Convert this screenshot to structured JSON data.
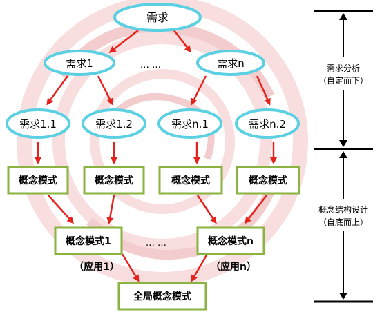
{
  "diagram": {
    "requirements": {
      "root": "需求",
      "level1": [
        "需求1",
        "需求n"
      ],
      "level2": [
        "需求1.1",
        "需求1.2",
        "需求n.1",
        "需求n.2"
      ],
      "ellipsis_mid": "… …"
    },
    "models": {
      "concept": [
        "概念模式",
        "概念模式",
        "概念模式",
        "概念模式"
      ],
      "merged": [
        "概念模式1",
        "概念模式n"
      ],
      "ellipsis_mid": "… …",
      "apply": [
        "（应用1）",
        "（应用n）"
      ],
      "global": "全局概念模式"
    },
    "side": {
      "top_title": "需求分析",
      "top_sub": "（自定而下）",
      "bottom_title": "概念结构设计",
      "bottom_sub": "（自底而上）"
    },
    "colors": {
      "ellipse_border": "#5bd0e2",
      "box_border": "#8ab33f",
      "arrow": "#e5221c",
      "watermark": "#f0b6b6",
      "side_line": "#000000"
    }
  }
}
